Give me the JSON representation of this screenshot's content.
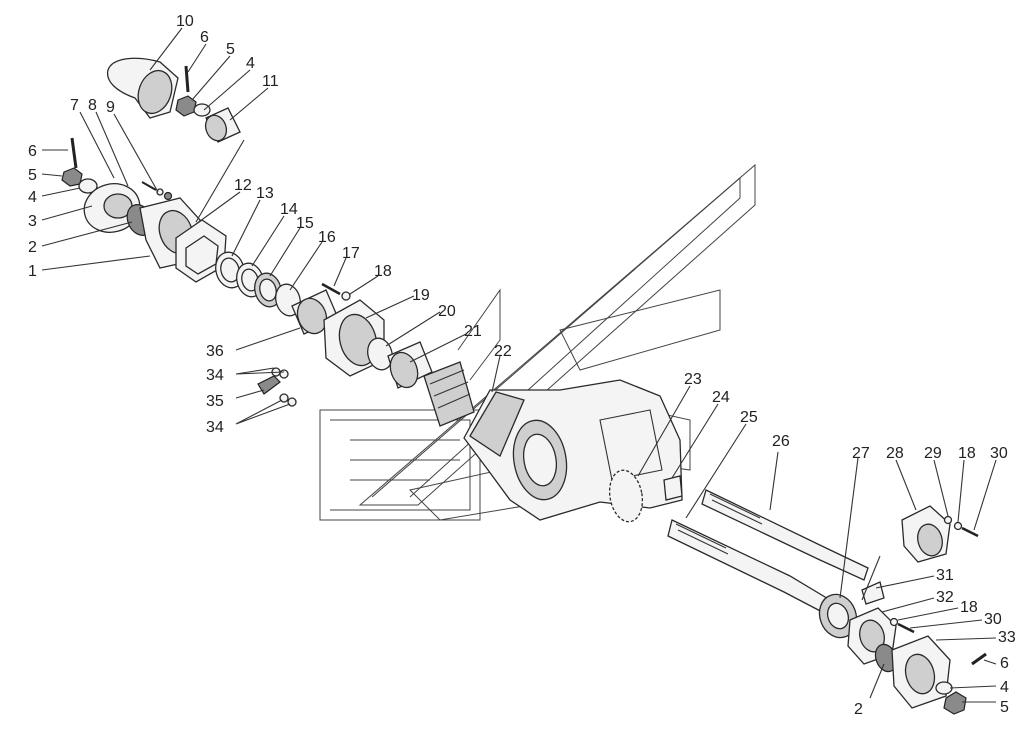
{
  "diagram": {
    "callouts": [
      {
        "id": "c10",
        "text": "10"
      },
      {
        "id": "c6a",
        "text": "6"
      },
      {
        "id": "c5a",
        "text": "5"
      },
      {
        "id": "c4a",
        "text": "4"
      },
      {
        "id": "c11",
        "text": "11"
      },
      {
        "id": "c7",
        "text": "7"
      },
      {
        "id": "c8",
        "text": "8"
      },
      {
        "id": "c9",
        "text": "9"
      },
      {
        "id": "c6b",
        "text": "6"
      },
      {
        "id": "c5b",
        "text": "5"
      },
      {
        "id": "c4b",
        "text": "4"
      },
      {
        "id": "c3",
        "text": "3"
      },
      {
        "id": "c2a",
        "text": "2"
      },
      {
        "id": "c1",
        "text": "1"
      },
      {
        "id": "c12",
        "text": "12"
      },
      {
        "id": "c13",
        "text": "13"
      },
      {
        "id": "c14",
        "text": "14"
      },
      {
        "id": "c15",
        "text": "15"
      },
      {
        "id": "c16",
        "text": "16"
      },
      {
        "id": "c17",
        "text": "17"
      },
      {
        "id": "c18a",
        "text": "18"
      },
      {
        "id": "c19",
        "text": "19"
      },
      {
        "id": "c20",
        "text": "20"
      },
      {
        "id": "c21",
        "text": "21"
      },
      {
        "id": "c22",
        "text": "22"
      },
      {
        "id": "c36",
        "text": "36"
      },
      {
        "id": "c34a",
        "text": "34"
      },
      {
        "id": "c35",
        "text": "35"
      },
      {
        "id": "c34b",
        "text": "34"
      },
      {
        "id": "c23",
        "text": "23"
      },
      {
        "id": "c24",
        "text": "24"
      },
      {
        "id": "c25",
        "text": "25"
      },
      {
        "id": "c26",
        "text": "26"
      },
      {
        "id": "c27",
        "text": "27"
      },
      {
        "id": "c28",
        "text": "28"
      },
      {
        "id": "c29",
        "text": "29"
      },
      {
        "id": "c18b",
        "text": "18"
      },
      {
        "id": "c30a",
        "text": "30"
      },
      {
        "id": "c31",
        "text": "31"
      },
      {
        "id": "c32",
        "text": "32"
      },
      {
        "id": "c18c",
        "text": "18"
      },
      {
        "id": "c30b",
        "text": "30"
      },
      {
        "id": "c33",
        "text": "33"
      },
      {
        "id": "c6c",
        "text": "6"
      },
      {
        "id": "c2b",
        "text": "2"
      },
      {
        "id": "c4c",
        "text": "4"
      },
      {
        "id": "c5c",
        "text": "5"
      }
    ]
  }
}
